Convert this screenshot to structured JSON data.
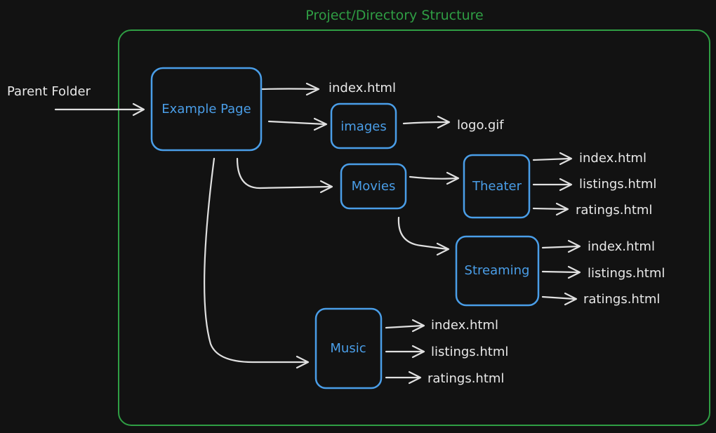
{
  "diagram": {
    "title": "Project/Directory Structure",
    "parent_label": "Parent Folder",
    "folders": {
      "example_page": "Example Page",
      "images": "images",
      "movies": "Movies",
      "theater": "Theater",
      "streaming": "Streaming",
      "music": "Music"
    },
    "files": {
      "root_index": "index.html",
      "logo": "logo.gif",
      "theater_index": "index.html",
      "theater_listings": "listings.html",
      "theater_ratings": "ratings.html",
      "streaming_index": "index.html",
      "streaming_listings": "listings.html",
      "streaming_ratings": "ratings.html",
      "music_index": "index.html",
      "music_listings": "listings.html",
      "music_ratings": "ratings.html"
    },
    "colors": {
      "background": "#121212",
      "folder": "#4a9ee8",
      "container": "#2f9e44",
      "arrow": "#e0e0e0"
    }
  }
}
